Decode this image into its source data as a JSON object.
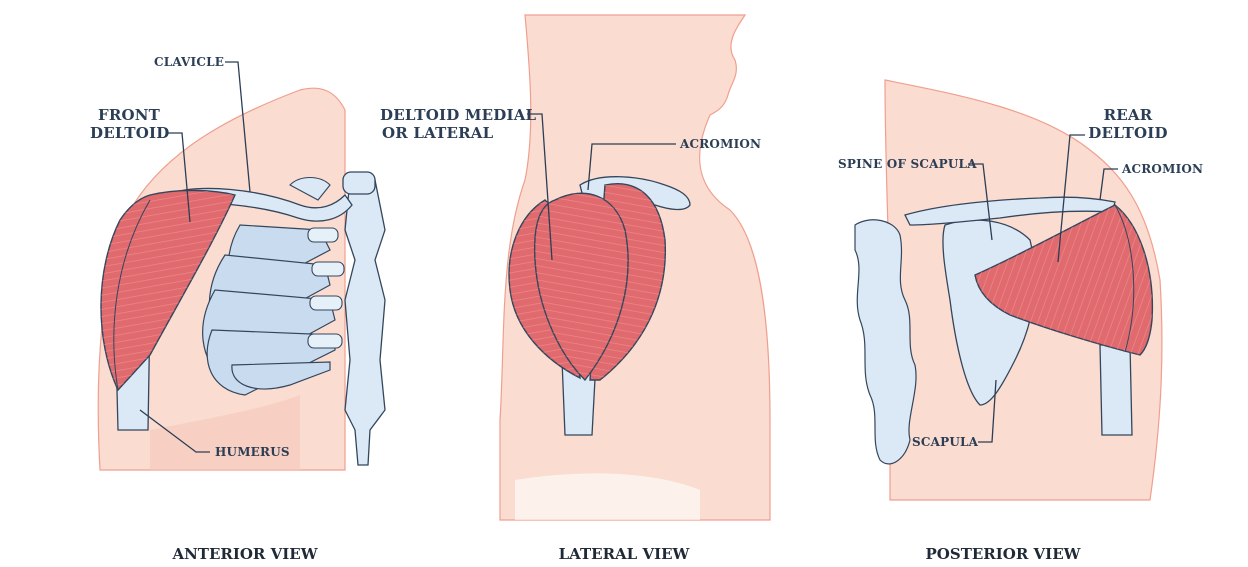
{
  "colors": {
    "skin": "#fbdcd0",
    "skin_edge": "#e8a58f",
    "muscle": "#e06a6e",
    "muscle_dark": "#c94a52",
    "bone": "#dbe9f6",
    "bone_shade": "#b8cfe4",
    "outline": "#34465c",
    "label": "#2b3e55"
  },
  "panels": {
    "anterior": {
      "caption": "ANTERIOR VIEW",
      "labels": {
        "clavicle": "CLAVICLE",
        "front_deltoid_1": "FRONT",
        "front_deltoid_2": "DELTOID",
        "humerus": "HUMERUS"
      }
    },
    "lateral": {
      "caption": "LATERAL VIEW",
      "labels": {
        "deltoid_medial_1": "DELTOID MEDIAL",
        "deltoid_medial_2": "OR LATERAL",
        "acromion": "ACROMION"
      }
    },
    "posterior": {
      "caption": "POSTERIOR VIEW",
      "labels": {
        "rear_deltoid_1": "REAR",
        "rear_deltoid_2": "DELTOID",
        "spine_of_scapula": "SPINE OF SCAPULA",
        "acromion": "ACROMION",
        "scapula": "SCAPULA"
      }
    }
  }
}
